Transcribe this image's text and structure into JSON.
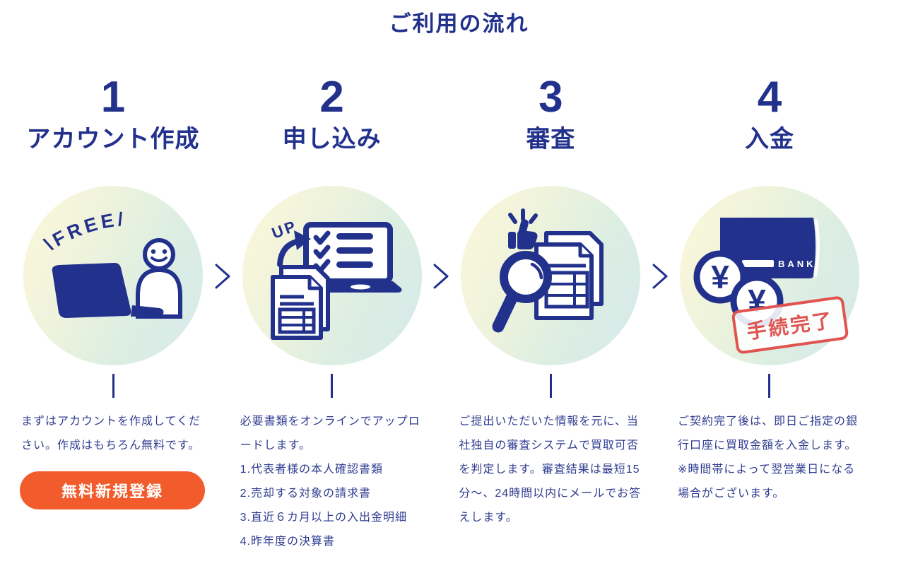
{
  "page": {
    "title": "ご利用の流れ"
  },
  "colors": {
    "navy": "#22318C",
    "body_text": "#2F3C90",
    "button_orange": "#F25B2B",
    "stamp_red": "#DF5450",
    "circle_gradient_start": "#FAF7DA",
    "circle_gradient_end": "#D7EAEA"
  },
  "steps": [
    {
      "number": "1",
      "title": "アカウント作成",
      "icon": "free-laptop-person",
      "illustration_labels": {
        "free": "\\FREE/"
      },
      "description": "まずはアカウントを作成してください。作成はもちろん無料です。",
      "button_label": "無料新規登録"
    },
    {
      "number": "2",
      "title": "申し込み",
      "icon": "upload-documents-laptop",
      "illustration_labels": {
        "up": "UP"
      },
      "description": "必要書類をオンラインでアップロードします。\n1.代表者様の本人確認書類\n2.売却する対象の請求書\n3.直近６カ月以上の入出金明細\n4.昨年度の決算書"
    },
    {
      "number": "3",
      "title": "審査",
      "icon": "magnifier-documents-thumbsup",
      "description": "ご提出いただいた情報を元に、当社独自の審査システムで買取可否を判定します。審査結果は最短15分〜、24時間以内にメールでお答えします。"
    },
    {
      "number": "4",
      "title": "入金",
      "icon": "bankbook-yen-coins",
      "illustration_labels": {
        "bank": "BANK",
        "yen1": "¥",
        "yen2": "¥",
        "stamp": "手続完了"
      },
      "description": "ご契約完了後は、即日ご指定の銀行口座に買取金額を入金します。\n※時間帯によって翌営業日になる場合がございます。"
    }
  ]
}
